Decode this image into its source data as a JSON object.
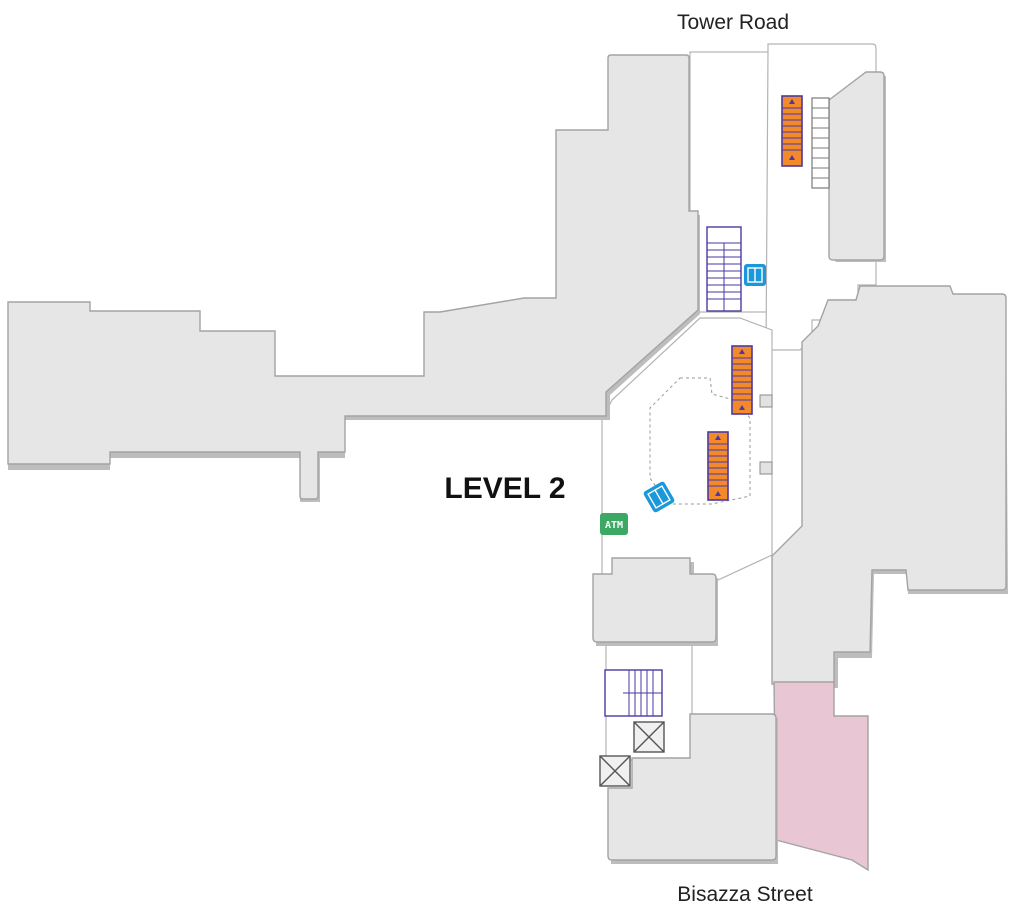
{
  "map": {
    "level_label": "LEVEL 2",
    "streets": {
      "north": "Tower Road",
      "south": "Bisazza Street"
    },
    "amenities": {
      "atm_label": "ATM"
    },
    "icons": {
      "escalator": "escalator-icon",
      "stairs": "stairs-icon",
      "lift": "lift-icon",
      "atm": "atm-icon",
      "emergency_exit": "crossed-box-icon",
      "pillar": "pillar-icon"
    },
    "colors": {
      "unit_fill": "#e6e6e6",
      "unit_highlight": "#e8c6d3",
      "escalator": "#f2892b",
      "stairs_outline": "#4a3aa2",
      "lift": "#1a98d9",
      "atm": "#3ba863"
    }
  }
}
